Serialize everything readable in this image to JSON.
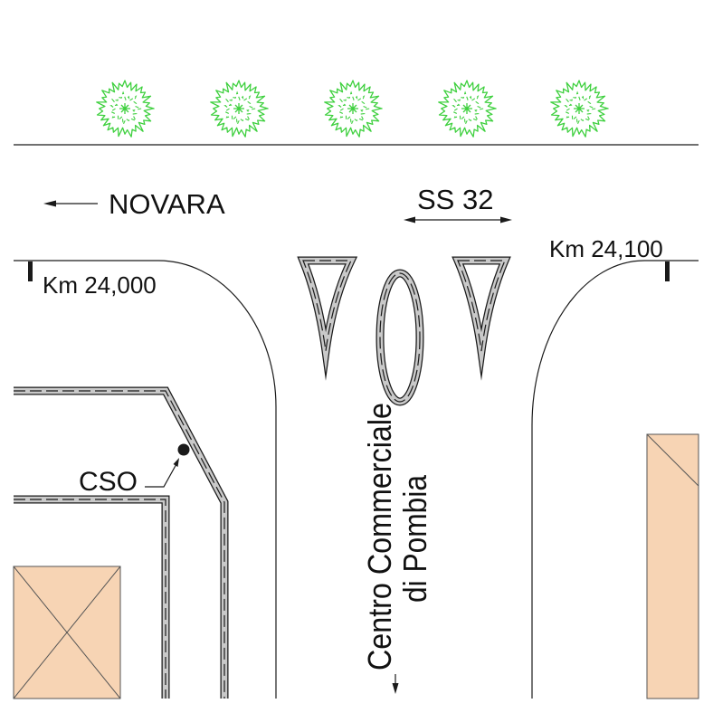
{
  "labels": {
    "direction": "NOVARA",
    "road": "SS 32",
    "km_left": "Km 24,000",
    "km_right": "Km 24,100",
    "cso": "CSO",
    "destination_line1": "Centro Commerciale",
    "destination_line2": "di Pombia"
  },
  "icons": {
    "vegetation": "shrub-icon",
    "direction_arrow": "arrow-left-icon",
    "road_arrow": "double-arrow-icon",
    "destination_arrow": "arrow-down-icon",
    "cso_marker": "dot-marker-icon"
  },
  "colors": {
    "vegetation": "#3fd03f",
    "building_fill": "#f7d4b4",
    "island_band": "#c9c9c9",
    "linework": "#1a1a1a"
  }
}
